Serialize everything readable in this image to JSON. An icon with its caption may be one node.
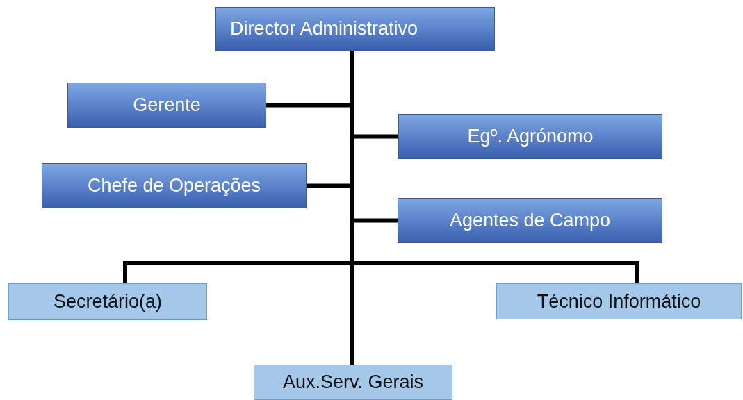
{
  "diagram": {
    "nodes": [
      {
        "text": [
          "Director Administrativo"
        ]
      },
      {
        "text": [
          "Gerente"
        ]
      },
      {
        "text": [
          "Egº. Agrónomo"
        ]
      },
      {
        "text": [
          "Chefe de Operações"
        ]
      },
      {
        "text": [
          "Agentes de Campo"
        ]
      },
      {
        "text": [
          "Secretário(a)"
        ]
      },
      {
        "text": [
          "Técnico Informático"
        ]
      },
      {
        "text": [
          "Aux.Serv. Gerais"
        ]
      }
    ],
    "edges": [
      {
        "from": 0,
        "to": 1,
        "arrow": "none"
      },
      {
        "from": 0,
        "to": 2,
        "arrow": "none"
      },
      {
        "from": 0,
        "to": 3,
        "arrow": "none"
      },
      {
        "from": 0,
        "to": 4,
        "arrow": "none"
      },
      {
        "from": 0,
        "to": 5,
        "arrow": "none"
      },
      {
        "from": 0,
        "to": 6,
        "arrow": "none"
      },
      {
        "from": 0,
        "to": 7,
        "arrow": "none"
      }
    ]
  }
}
